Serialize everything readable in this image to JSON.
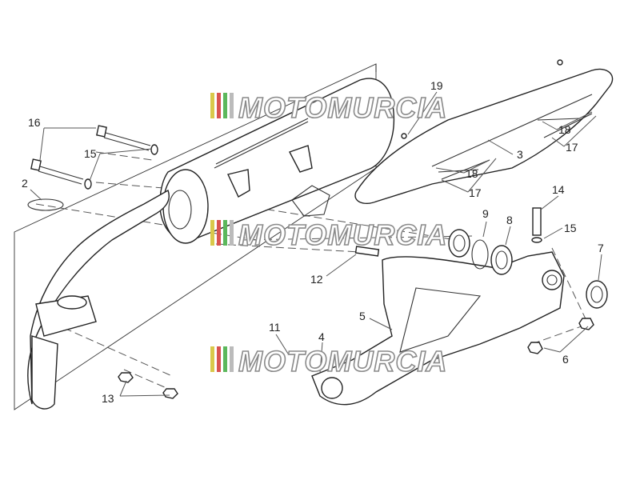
{
  "watermark": {
    "text": "MOTOMURCIA",
    "colors": [
      "#d9c84a",
      "#d9534f",
      "#5cb85c",
      "#bbbbbb"
    ]
  },
  "callouts": [
    {
      "id": "c1",
      "label": "16"
    },
    {
      "id": "c2",
      "label": "15"
    },
    {
      "id": "c3",
      "label": "2"
    },
    {
      "id": "c4",
      "label": "19"
    },
    {
      "id": "c5",
      "label": "18"
    },
    {
      "id": "c6",
      "label": "17"
    },
    {
      "id": "c7",
      "label": "3"
    },
    {
      "id": "c8",
      "label": "18"
    },
    {
      "id": "c9",
      "label": "17"
    },
    {
      "id": "c10",
      "label": "14"
    },
    {
      "id": "c11",
      "label": "9"
    },
    {
      "id": "c12",
      "label": "8"
    },
    {
      "id": "c13",
      "label": "15"
    },
    {
      "id": "c14",
      "label": "7"
    },
    {
      "id": "c15",
      "label": "12"
    },
    {
      "id": "c16",
      "label": "5"
    },
    {
      "id": "c17",
      "label": "11"
    },
    {
      "id": "c18",
      "label": "4"
    },
    {
      "id": "c19",
      "label": "6"
    },
    {
      "id": "c20",
      "label": "13"
    }
  ]
}
